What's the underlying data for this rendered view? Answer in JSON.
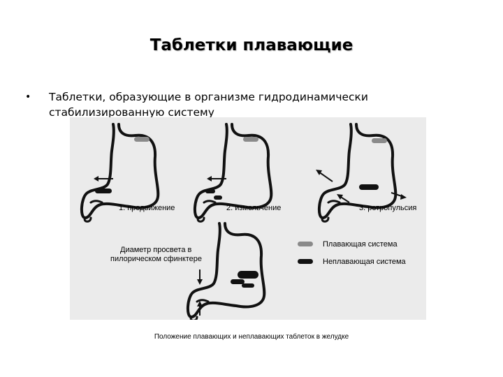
{
  "slide": {
    "title": "Таблетки плавающие",
    "bullet_text": "Таблетки, образующие в организме гидродинамически стабилизированную систему"
  },
  "figure": {
    "panels": [
      {
        "label": "1. продвижение"
      },
      {
        "label": "2. измельчение"
      },
      {
        "label": "3. ретропульсия"
      }
    ],
    "diameter_label_line1": "Диаметр просвета в",
    "diameter_label_line2": "пилорическом сфинктере",
    "legend": {
      "floating": "Плавающая система",
      "nonfloating": "Неплавающая система"
    },
    "colors": {
      "floating": "#8a8a8a",
      "nonfloating": "#111111",
      "background": "#ebebeb"
    }
  },
  "caption": "Положение плавающих и неплавающих таблеток в желудке"
}
